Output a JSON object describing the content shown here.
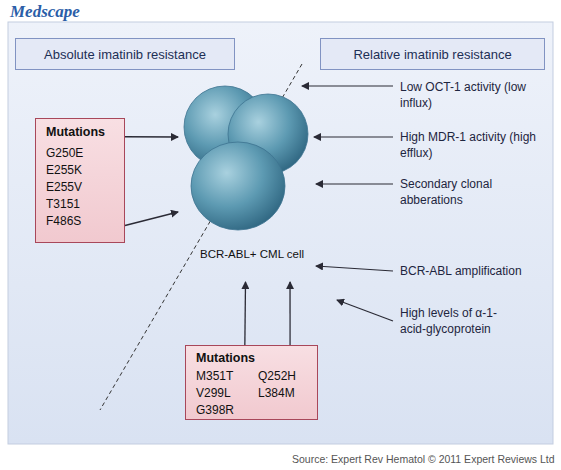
{
  "diagram": {
    "nodes": [
      {
        "text": [
          "Absolute imatinib resistance"
        ]
      },
      {
        "text": [
          "Relative imatinib resistance"
        ]
      },
      {
        "text": [
          "Mutations",
          "G250E E255K E255V T3151 F486S"
        ]
      },
      {
        "text": [
          "BCR-ABL+ CML cell"
        ]
      },
      {
        "text": [
          "Mutations",
          "M351T V299L G398R",
          "Q252H L384M"
        ]
      }
    ],
    "edges": [
      {
        "from": 2,
        "to": 3,
        "arrow": "to"
      },
      {
        "from": 2,
        "to": 3,
        "arrow": "to"
      },
      {
        "from": 4,
        "to": 3,
        "arrow": "to"
      },
      {
        "from": 4,
        "to": 3,
        "arrow": "to"
      }
    ],
    "labels": [
      "Medscape",
      "Low OCT-1 activity (low influx)",
      "High MDR-1 activity (high efflux)",
      "Secondary clonal abberations",
      "BCR-ABL amplification",
      "High levels of α-1-acid-glycoprotein",
      "Source: Expert Rev Hematol © 2011 Expert Reviews Ltd"
    ]
  }
}
